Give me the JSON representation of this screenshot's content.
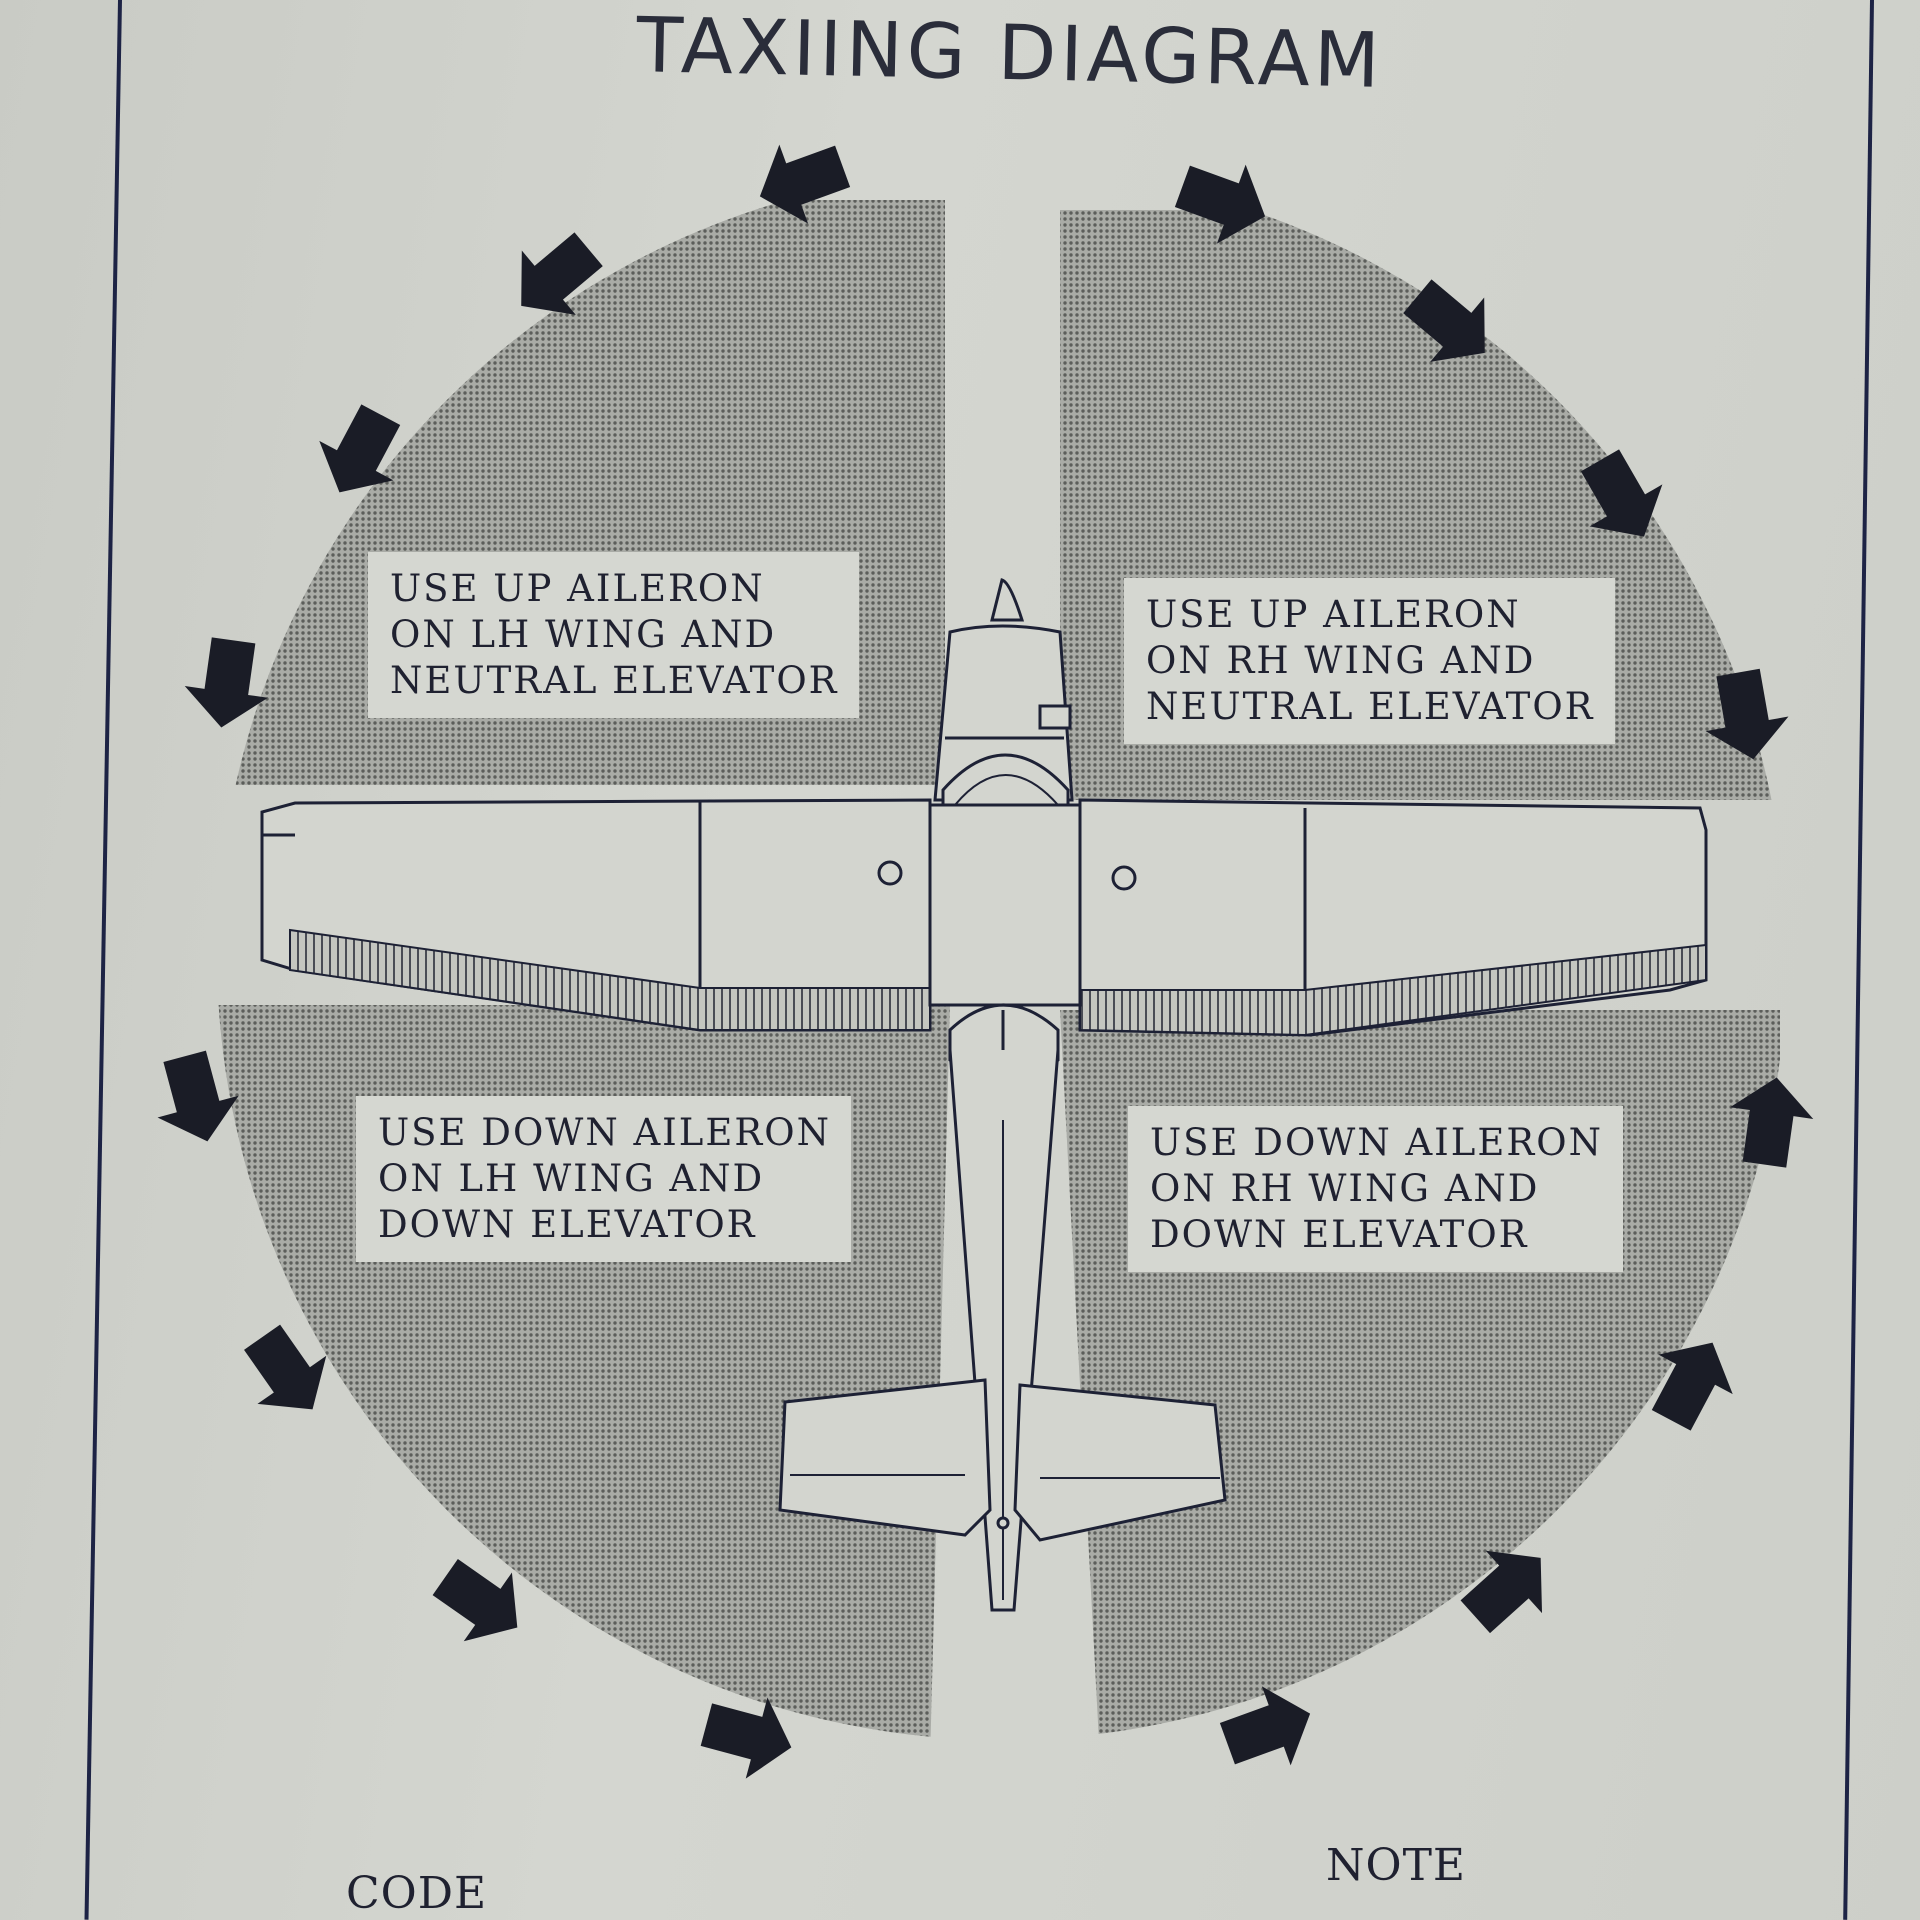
{
  "diagram": {
    "title": "TAXIING DIAGRAM",
    "quadrants": {
      "top_left": {
        "lines": [
          "USE UP AILERON",
          "ON LH WING AND",
          "NEUTRAL ELEVATOR"
        ]
      },
      "top_right": {
        "lines": [
          "USE UP AILERON",
          "ON RH WING AND",
          "NEUTRAL ELEVATOR"
        ]
      },
      "bottom_left": {
        "lines": [
          "USE DOWN AILERON",
          "ON LH WING AND",
          "DOWN ELEVATOR"
        ]
      },
      "bottom_right": {
        "lines": [
          "USE DOWN AILERON",
          "ON RH WING AND",
          "DOWN ELEVATOR"
        ]
      }
    },
    "footer": {
      "code_label": "CODE",
      "note_label": "NOTE"
    },
    "colors": {
      "ink": "#1d2345",
      "shade": "#8e908b",
      "paper": "#d2d4ce",
      "label_bg": "#d5d7d1"
    },
    "icons": [
      "wind-arrow-icon",
      "airplane-icon"
    ]
  }
}
